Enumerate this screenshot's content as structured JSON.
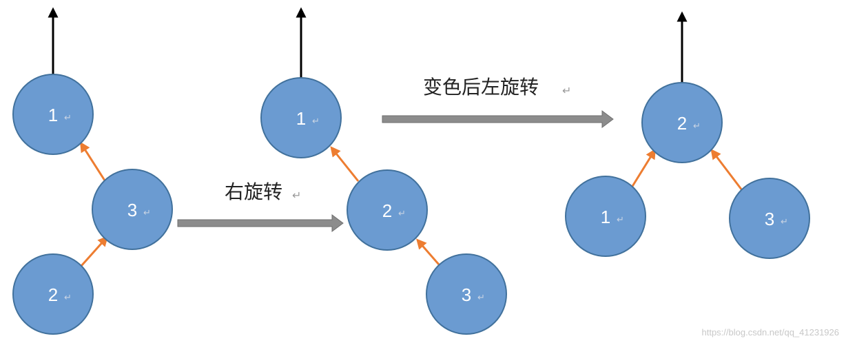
{
  "paragraph_mark": "↵",
  "steps": {
    "rotate_right": "右旋转",
    "recolor_rotate_left": "变色后左旋转"
  },
  "trees": [
    {
      "id": "before",
      "nodes": [
        "1",
        "3",
        "2"
      ]
    },
    {
      "id": "after-right-rotation",
      "nodes": [
        "1",
        "2",
        "3"
      ]
    },
    {
      "id": "final",
      "nodes": [
        "2",
        "1",
        "3"
      ]
    }
  ],
  "colors": {
    "node_fill": "#6b9bd1",
    "node_stroke": "#41719c",
    "child_link": "#ed7d31",
    "parent_link": "#000000",
    "step_arrow": "#8c8c8c"
  },
  "watermark": "https://blog.csdn.net/qq_41231926"
}
